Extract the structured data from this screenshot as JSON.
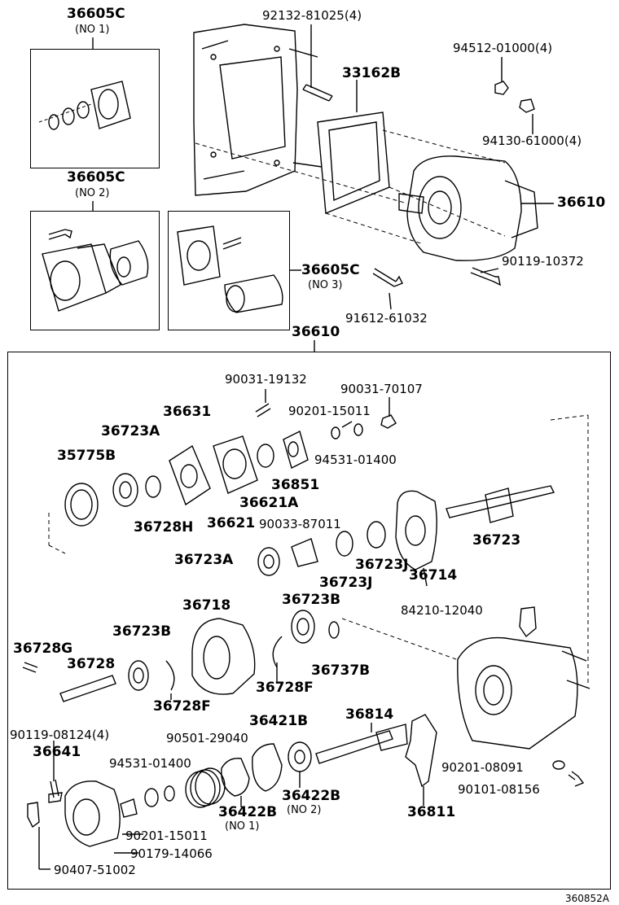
{
  "labels": {
    "g36605c_1": "36605C",
    "no1": "(NO 1)",
    "g36605c_2": "36605C",
    "no2": "(NO 2)",
    "g36605c_3": "36605C",
    "no3": "(NO 3)",
    "p92132": "92132-81025(4)",
    "p33162b": "33162B",
    "p94512": "94512-01000(4)",
    "p94130": "94130-61000(4)",
    "p36610a": "36610",
    "p90119_10372": "90119-10372",
    "p91612": "91612-61032",
    "p36610b": "36610",
    "p90031_19132": "90031-19132",
    "p90031_70107": "90031-70107",
    "p90201_15011a": "90201-15011",
    "p36631": "36631",
    "p36723a_1": "36723A",
    "p94531_01400a": "94531-01400",
    "p35775b": "35775B",
    "p36851": "36851",
    "p36621a": "36621A",
    "p36728h": "36728H",
    "p36621": "36621",
    "p90033": "90033-87011",
    "p36723": "36723",
    "p36723a_2": "36723A",
    "p36723j_1": "36723J",
    "p36723j_2": "36723J",
    "p36714": "36714",
    "p36718": "36718",
    "p36723b_1": "36723B",
    "p84210": "84210-12040",
    "p36723b_2": "36723B",
    "p36728g": "36728G",
    "p36728": "36728",
    "p36737b": "36737B",
    "p36728f_1": "36728F",
    "p36728f_2": "36728F",
    "p36421b": "36421B",
    "p36814": "36814",
    "p90119_08124": "90119-08124(4)",
    "p90501": "90501-29040",
    "p36641": "36641",
    "p94531_01400b": "94531-01400",
    "p90201_08091": "90201-08091",
    "p36422b_1": "36422B",
    "p36422b_2": "36422B",
    "no2b": "(NO 2)",
    "no1b": "(NO 1)",
    "p90101": "90101-08156",
    "p36811": "36811",
    "p90201_15011b": "90201-15011",
    "p90179": "90179-14066",
    "p90407": "90407-51002",
    "figcode": "360852A"
  }
}
